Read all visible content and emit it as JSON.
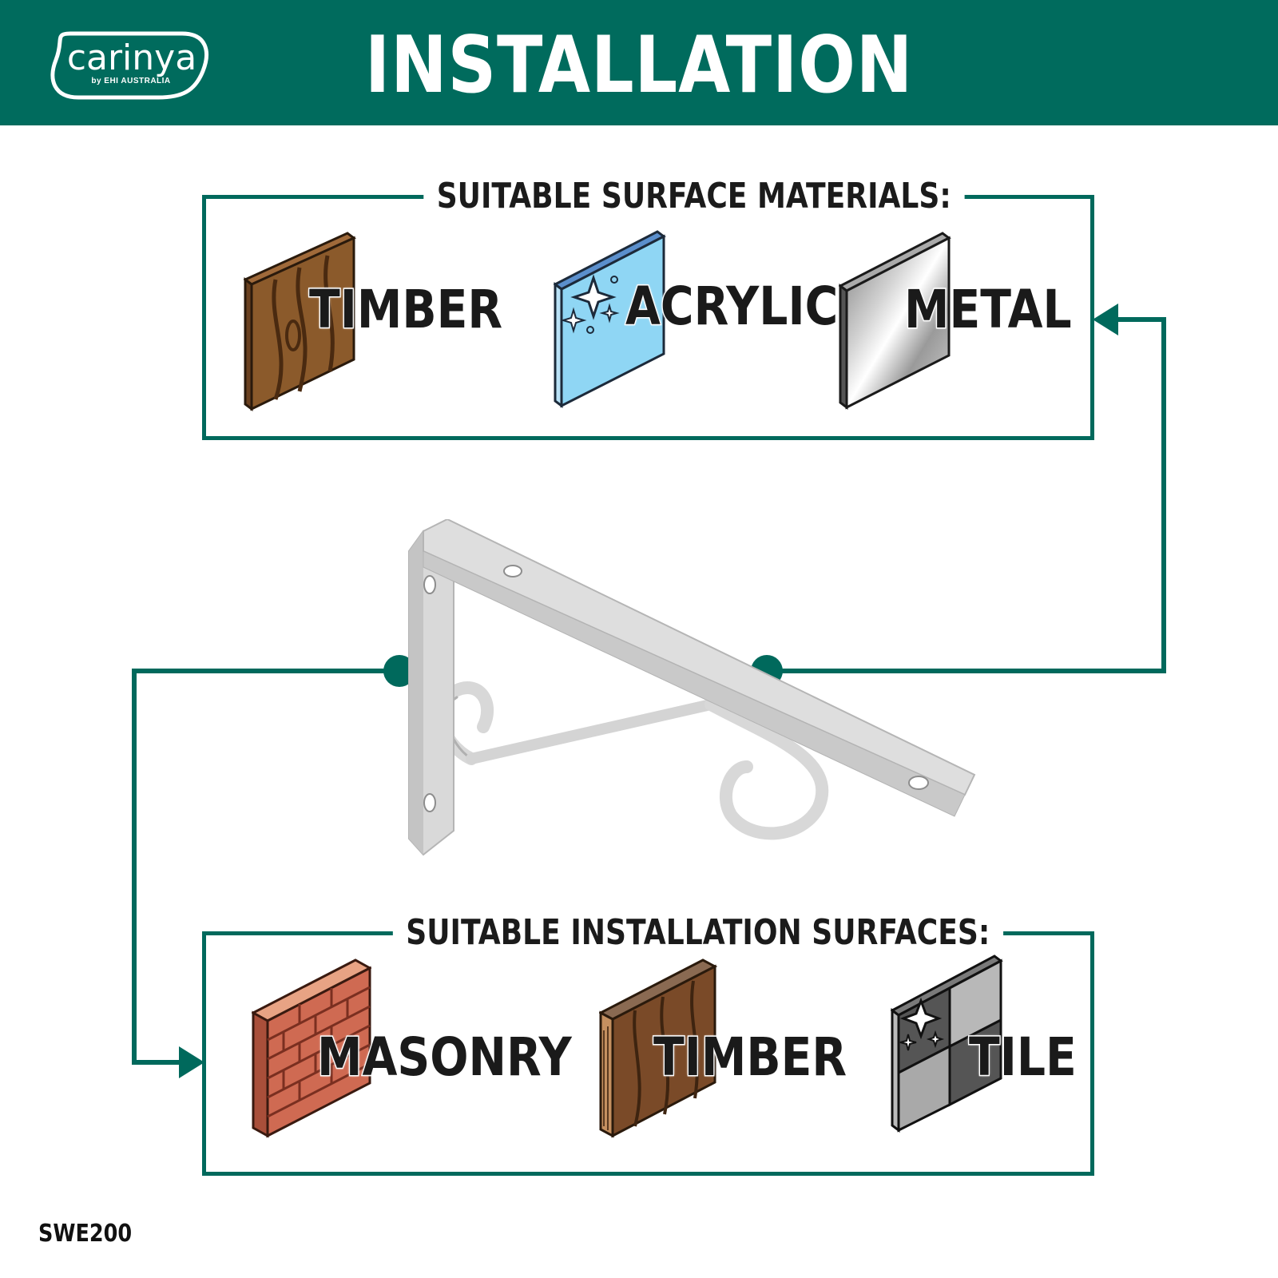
{
  "brand": {
    "name": "carinya",
    "tagline": "by EHI AUSTRALIA"
  },
  "header": {
    "title": "INSTALLATION"
  },
  "colors": {
    "accent": "#00695c",
    "header_bg": "#006b5d",
    "text": "#1a1a1a"
  },
  "materials": {
    "title": "SUITABLE SURFACE MATERIALS:",
    "items": [
      {
        "label": "TIMBER",
        "icon": "timber-panel-icon"
      },
      {
        "label": "ACRYLIC",
        "icon": "acrylic-panel-icon"
      },
      {
        "label": "METAL",
        "icon": "metal-panel-icon"
      }
    ]
  },
  "surfaces": {
    "title": "SUITABLE INSTALLATION SURFACES:",
    "items": [
      {
        "label": "MASONRY",
        "icon": "brick-wall-icon"
      },
      {
        "label": "TIMBER",
        "icon": "timber-wall-icon"
      },
      {
        "label": "TILE",
        "icon": "tile-wall-icon"
      }
    ]
  },
  "product": {
    "image": "white-shelf-bracket-image"
  },
  "footer": {
    "code": "SWE200"
  }
}
